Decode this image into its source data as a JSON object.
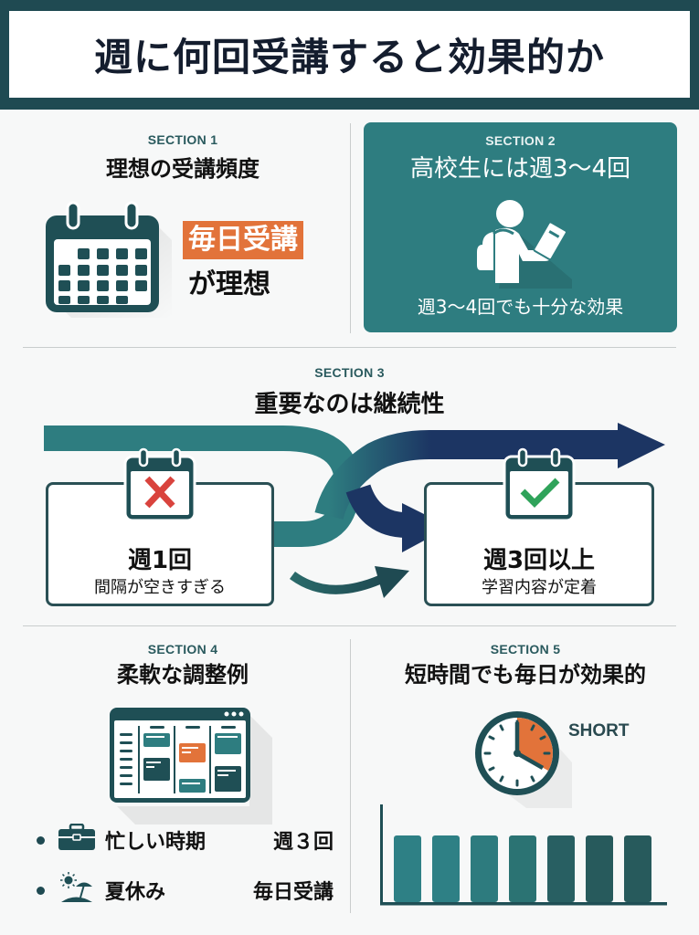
{
  "header": {
    "title": "週に何回受講すると効果的か"
  },
  "colors": {
    "primary_dark": "#1f4a52",
    "teal": "#2e7d80",
    "navy": "#1c3563",
    "orange": "#e2733a",
    "red_x": "#d9433d",
    "green_check": "#2fa35a",
    "background": "#f7f8f8"
  },
  "section1": {
    "label": "SECTION 1",
    "title": "理想の受講頻度",
    "icon": "calendar-icon",
    "highlight": "毎日受講",
    "caption": "が理想"
  },
  "section2": {
    "label": "SECTION 2",
    "title": "高校生には週3〜4回",
    "icon": "student-with-backpack-icon",
    "caption": "週3〜4回でも十分な効果"
  },
  "section3": {
    "label": "SECTION 3",
    "title": "重要なのは継続性",
    "bad_card": {
      "icon": "calendar-x-icon",
      "main": "週1回",
      "sub": "間隔が空きすぎる"
    },
    "good_card": {
      "icon": "calendar-check-icon",
      "main": "週3回以上",
      "sub": "学習内容が定着"
    }
  },
  "section4": {
    "label": "SECTION 4",
    "title": "柔軟な調整例",
    "icon": "schedule-board-icon",
    "items": [
      {
        "icon": "briefcase-icon",
        "label": "忙しい時期",
        "value": "週３回"
      },
      {
        "icon": "beach-sun-icon",
        "label": "夏休み",
        "value": "毎日受講"
      }
    ]
  },
  "section5": {
    "label": "SECTION 5",
    "title": "短時間でも毎日が効果的",
    "clock_icon": "clock-icon",
    "clock_label": "SHORT",
    "bar_count": 7
  }
}
